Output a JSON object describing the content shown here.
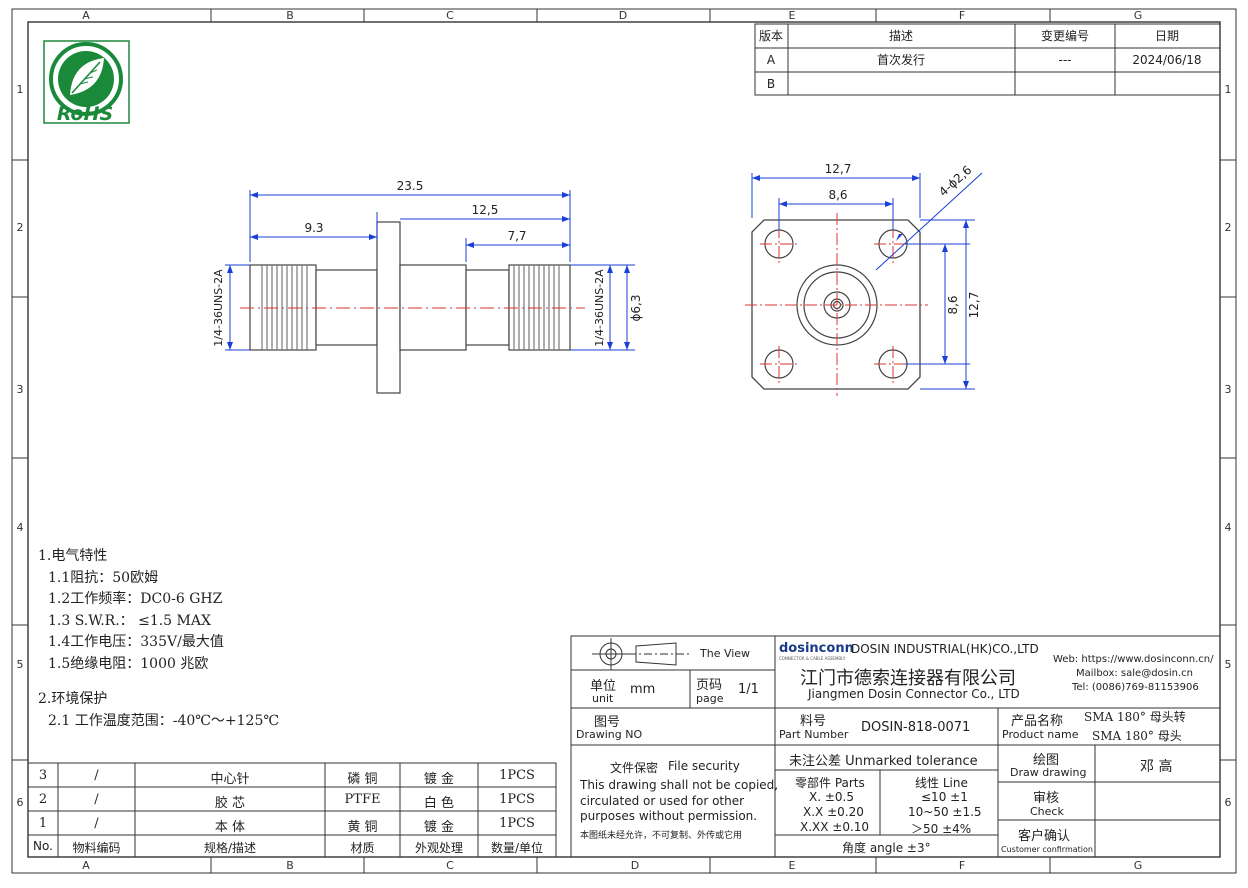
{
  "frame": {
    "col_labels": [
      "A",
      "B",
      "C",
      "D",
      "E",
      "F",
      "G"
    ],
    "row_labels": [
      "1",
      "2",
      "3",
      "4",
      "5",
      "6"
    ]
  },
  "logo": {
    "text": "RoHS"
  },
  "revision": {
    "headers": [
      "版本",
      "描述",
      "变更编号",
      "日期"
    ],
    "rows": [
      [
        "A",
        "首次发行",
        "---",
        "2024/06/18"
      ],
      [
        "B",
        "",
        "",
        ""
      ]
    ]
  },
  "side_view": {
    "dims": {
      "overall": "23.5",
      "left": "9.3",
      "right": "12,5",
      "right_inner": "7,7"
    },
    "thread_left": "1/4-36UNS-2A",
    "thread_right": "1/4-36UNS-2A",
    "diameter": "ϕ6,3"
  },
  "front_view": {
    "dims": {
      "outer_w": "12,7",
      "inner_w": "8,6",
      "hole": "4-ϕ2,6",
      "inner_h": "8,6",
      "outer_h": "12,7"
    }
  },
  "notes": {
    "electrical_title": "1.电气特性",
    "electrical": [
      "1.1阻抗：50欧姆",
      "1.2工作频率：DC0-6 GHZ",
      "1.3 S.W.R.： ≤1.5 MAX",
      "1.4工作电压：335V/最大值",
      "1.5绝缘电阻：1000 兆欧"
    ],
    "env_title": "2.环境保护",
    "env": [
      "2.1 工作温度范围：-40℃～+125℃"
    ]
  },
  "bom": {
    "headers": [
      "No.",
      "物料编码",
      "规格/描述",
      "材质",
      "外观处理",
      "数量/单位"
    ],
    "rows": [
      [
        "3",
        "/",
        "中心针",
        "磷 铜",
        "镀 金",
        "1PCS"
      ],
      [
        "2",
        "/",
        "胶 芯",
        "PTFE",
        "白 色",
        "1PCS"
      ],
      [
        "1",
        "/",
        "本 体",
        "黄 铜",
        "镀 金",
        "1PCS"
      ]
    ]
  },
  "title_block": {
    "view_label": "The View",
    "unit_zh": "单位",
    "unit_en": "unit",
    "unit_value": "mm",
    "page_zh": "页码",
    "page_en": "page",
    "page_value": "1/1",
    "drawing_no_zh": "图号",
    "drawing_no_en": "Drawing NO",
    "brand": "dosinconn",
    "brand_tagline": "CONNECTOR & CABLE ASSEMBLY",
    "company_en_upper": "DOSIN INDUSTRIAL(HK)CO.,LTD",
    "company_zh": "江门市德索连接器有限公司",
    "company_en": "Jiangmen Dosin Connector Co., LTD",
    "web": "Web: https://www.dosinconn.cn/",
    "mail": "Mailbox: sale@dosin.cn",
    "tel": "Tel: (0086)769-81153906",
    "part_zh": "料号",
    "part_en": "Part Number",
    "part_value": "DOSIN-818-0071",
    "product_zh": "产品名称",
    "product_en": "Product name",
    "product_value_1": "SMA 180° 母头转",
    "product_value_2": "SMA 180° 母头",
    "security_zh": "文件保密",
    "security_en": "File security",
    "security_text_1": "This drawing shall not be copied,",
    "security_text_2": "circulated or used for other",
    "security_text_3": "purposes without permission.",
    "security_text_zh": "本图纸未经允许，不可复制、外传或它用",
    "tol_title": "未注公差 Unmarked tolerance",
    "tol_parts_title": "零部件 Parts",
    "tol_parts": [
      "X. ±0.5",
      "X.X ±0.20",
      "X.XX ±0.10"
    ],
    "tol_line_title": "线性 Line",
    "tol_line": [
      "≤10 ±1",
      "10~50 ±1.5",
      "＞50 ±4%"
    ],
    "tol_angle": "角度 angle ±3°",
    "draw_zh": "绘图",
    "draw_en": "Draw drawing",
    "draw_value": "邓 高",
    "check_zh": "审核",
    "check_en": "Check",
    "confirm_zh": "客户确认",
    "confirm_en": "Customer confirmation"
  }
}
